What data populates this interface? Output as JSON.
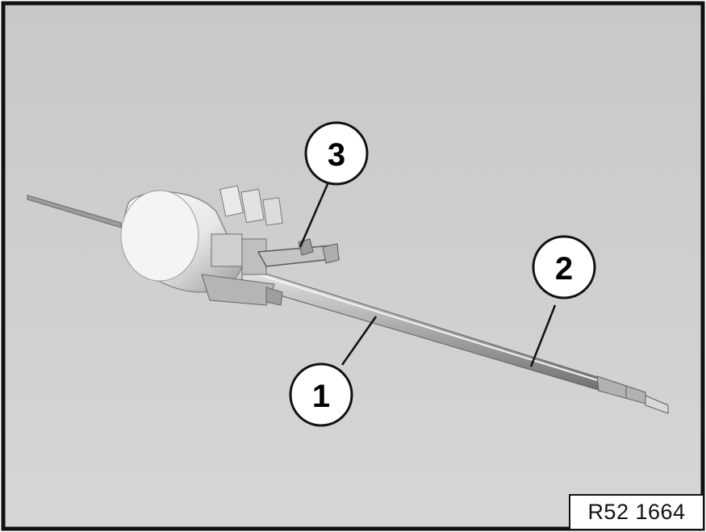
{
  "figure": {
    "reference_code": "R52 1664",
    "callouts": [
      {
        "id": "callout-1",
        "label": "1"
      },
      {
        "id": "callout-2",
        "label": "2"
      },
      {
        "id": "callout-3",
        "label": "3"
      }
    ],
    "colors": {
      "background": "#cfcfcf",
      "frame": "#111111",
      "part_light": "#f2f2f2",
      "part_mid": "#bdbdbd",
      "part_dark": "#7a7a7a"
    }
  }
}
